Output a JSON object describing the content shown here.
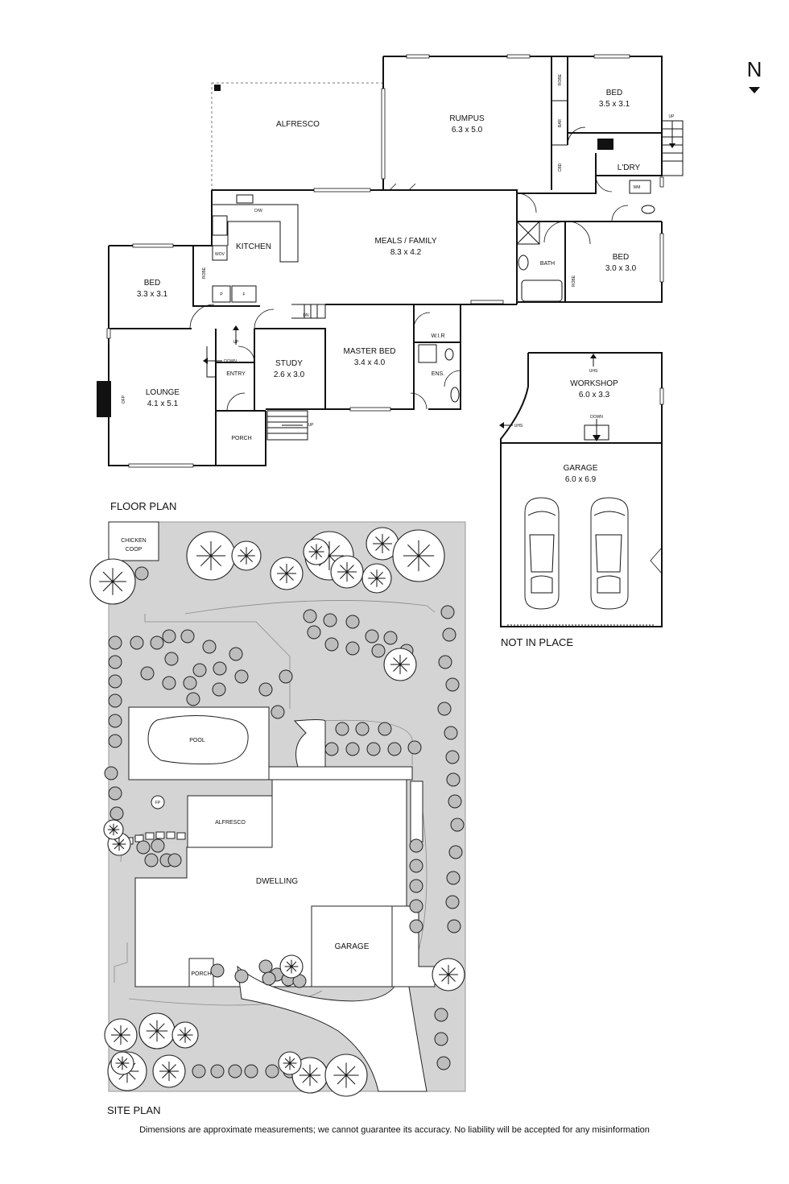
{
  "compass": {
    "label": "N"
  },
  "floor_plan": {
    "title": "FLOOR PLAN",
    "rooms": {
      "alfresco": {
        "name": "ALFRESCO"
      },
      "rumpus": {
        "name": "RUMPUS",
        "size": "6.3 x 5.0"
      },
      "bed_ne": {
        "name": "BED",
        "size": "3.5 x 3.1"
      },
      "laundry": {
        "name": "L'DRY"
      },
      "kitchen": {
        "name": "KITCHEN"
      },
      "meals_family": {
        "name": "MEALS / FAMILY",
        "size": "8.3 x 4.2"
      },
      "bath": {
        "name": "BATH"
      },
      "bed_e": {
        "name": "BED",
        "size": "3.0 x 3.0"
      },
      "bed_w": {
        "name": "BED",
        "size": "3.3 x 3.1"
      },
      "lounge": {
        "name": "LOUNGE",
        "size": "4.1 x 5.1"
      },
      "entry": {
        "name": "ENTRY"
      },
      "study": {
        "name": "STUDY",
        "size": "2.6 x 3.0"
      },
      "master_bed": {
        "name": "MASTER BED",
        "size": "3.4 x 4.0"
      },
      "wir": {
        "name": "W.I.R"
      },
      "ensuite": {
        "name": "ENS."
      },
      "porch": {
        "name": "PORCH"
      }
    },
    "fixtures": {
      "robe": "ROBE",
      "bar": "BAR",
      "cbd": "CBD",
      "wm": "WM",
      "dw": "D/W",
      "wov": "WOV",
      "pantry": "P",
      "fridge": "F",
      "ofp": "OFP",
      "up": "UP",
      "dn": "DN",
      "down": "DOWN"
    }
  },
  "outbuilding": {
    "title": "NOT IN PLACE",
    "rooms": {
      "workshop": {
        "name": "WORKSHOP",
        "size": "6.0 x 3.3"
      },
      "garage": {
        "name": "GARAGE",
        "size": "6.0 x 6.9"
      }
    },
    "fixtures": {
      "uhs": "UHS",
      "down": "DOWN"
    }
  },
  "site_plan": {
    "title": "SITE PLAN",
    "labels": {
      "chicken_coop_1": "CHICKEN",
      "chicken_coop_2": "COOP",
      "pool": "POOL",
      "alfresco": "ALFRESCO",
      "dwelling": "DWELLING",
      "garage": "GARAGE",
      "porch": "PORCH",
      "fp": "FP"
    }
  },
  "disclaimer": "Dimensions are approximate measurements; we cannot guarantee its accuracy. No liability will be accepted for any misinformation"
}
